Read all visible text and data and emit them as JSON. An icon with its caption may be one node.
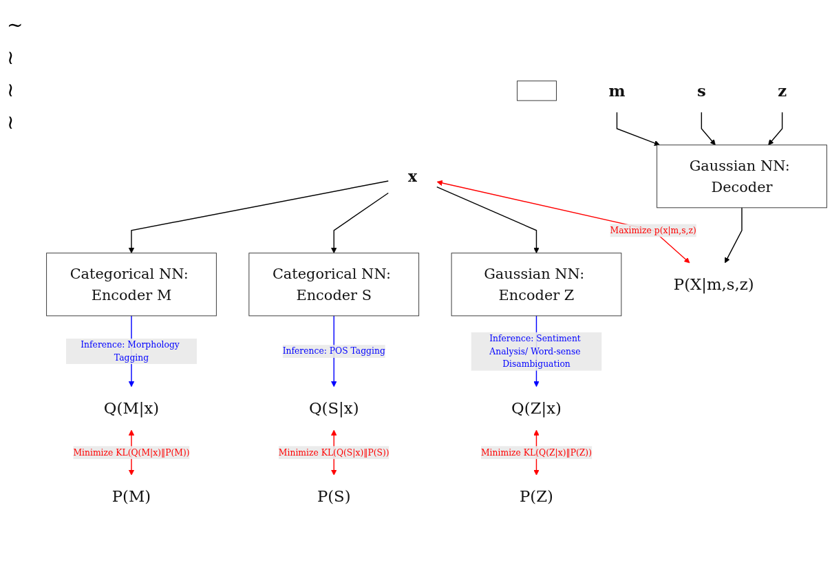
{
  "diagram": {
    "nodes": [
      {
        "text": [
          "x"
        ]
      },
      {
        "text": [],
        "shape": "box"
      },
      {
        "text": [
          "Categorical NN: Encoder M"
        ]
      },
      {
        "text": [
          "Categorical NN: Encoder S"
        ]
      },
      {
        "text": [
          "Gaussian NN: Encoder Z"
        ]
      },
      {
        "text": [
          "Q(M|x)"
        ]
      },
      {
        "text": [
          "Q(S|x)"
        ]
      },
      {
        "text": [
          "Q(Z|x)"
        ]
      },
      {
        "text": [
          "P(M)"
        ]
      },
      {
        "text": [
          "P(S)"
        ]
      },
      {
        "text": [
          "P(Z)"
        ]
      },
      {
        "text": [
          "m"
        ]
      },
      {
        "text": [
          "s"
        ]
      },
      {
        "text": [
          "z"
        ]
      },
      {
        "text": [
          "Gaussian NN: Decoder"
        ]
      },
      {
        "text": [
          "P(X|m,s,z)"
        ]
      }
    ],
    "edges": [
      {
        "from": 0,
        "to": 2,
        "arrow": "to"
      },
      {
        "from": 0,
        "to": 3,
        "arrow": "to"
      },
      {
        "from": 0,
        "to": 4,
        "arrow": "to"
      },
      {
        "from": 2,
        "to": 5,
        "arrow": "to",
        "label": "Inference: Morphology Tagging",
        "color": "#0000ff"
      },
      {
        "from": 3,
        "to": 6,
        "arrow": "to",
        "label": "Inference: POS Tagging",
        "color": "#0000ff"
      },
      {
        "from": 4,
        "to": 7,
        "arrow": "to",
        "label": "Inference: Sentiment Analysis/ Word-sense Disambiguation",
        "color": "#0000ff"
      },
      {
        "from": 8,
        "to": 5,
        "arrow": "both",
        "label": "Minimize KL(Q(M|x)‖P(M))",
        "color": "#ff0000"
      },
      {
        "from": 9,
        "to": 6,
        "arrow": "both",
        "label": "Minimize KL(Q(S|x)‖P(S))",
        "color": "#ff0000"
      },
      {
        "from": 10,
        "to": 7,
        "arrow": "both",
        "label": "Minimize KL(Q(Z|x)‖P(Z))",
        "color": "#ff0000"
      },
      {
        "from": 11,
        "to": 14,
        "arrow": "to"
      },
      {
        "from": 12,
        "to": 14,
        "arrow": "to"
      },
      {
        "from": 13,
        "to": 14,
        "arrow": "to"
      },
      {
        "from": 14,
        "to": 15,
        "arrow": "to"
      },
      {
        "from": 15,
        "to": 0,
        "arrow": "both",
        "label": "Maximize p(x|m,s,z)",
        "color": "#ff0000"
      }
    ],
    "labels": [
      "~",
      "≀",
      "≀",
      "≀"
    ]
  }
}
